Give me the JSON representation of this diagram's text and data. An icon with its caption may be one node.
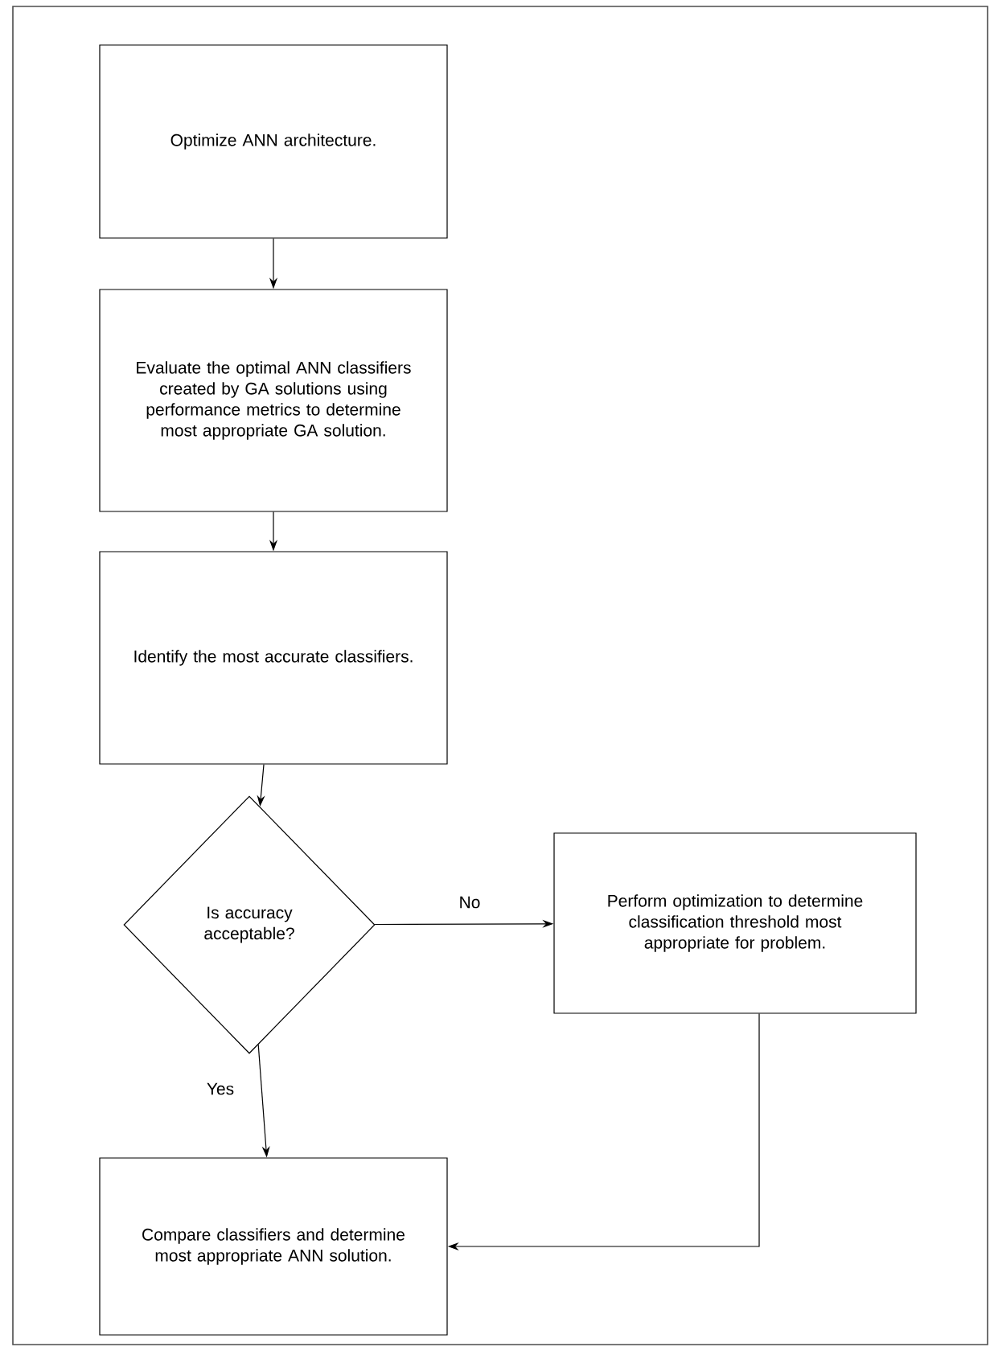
{
  "diagram": {
    "nodes": [
      {
        "text": [
          "Optimize ANN architecture."
        ]
      },
      {
        "text": [
          "Evaluate the optimal ANN classifiers created by GA solutions using performance metrics to determine most appropriate GA solution."
        ]
      },
      {
        "text": [
          "Identify the most accurate classifiers."
        ]
      },
      {
        "text": [
          "Is accuracy acceptable?"
        ]
      },
      {
        "text": [
          "Perform optimization to determine classification threshold most appropriate for problem."
        ]
      },
      {
        "text": [
          "Compare classifiers and determine most appropriate ANN solution."
        ]
      }
    ],
    "edges": [
      {
        "from": 0,
        "to": 1,
        "arrow": "to"
      },
      {
        "from": 1,
        "to": 2,
        "arrow": "to"
      },
      {
        "from": 2,
        "to": 3,
        "arrow": "to"
      },
      {
        "from": 3,
        "to": 4,
        "arrow": "to",
        "label": "No"
      },
      {
        "from": 3,
        "to": 5,
        "arrow": "to",
        "label": "Yes"
      },
      {
        "from": 4,
        "to": 5,
        "arrow": "to"
      }
    ]
  }
}
